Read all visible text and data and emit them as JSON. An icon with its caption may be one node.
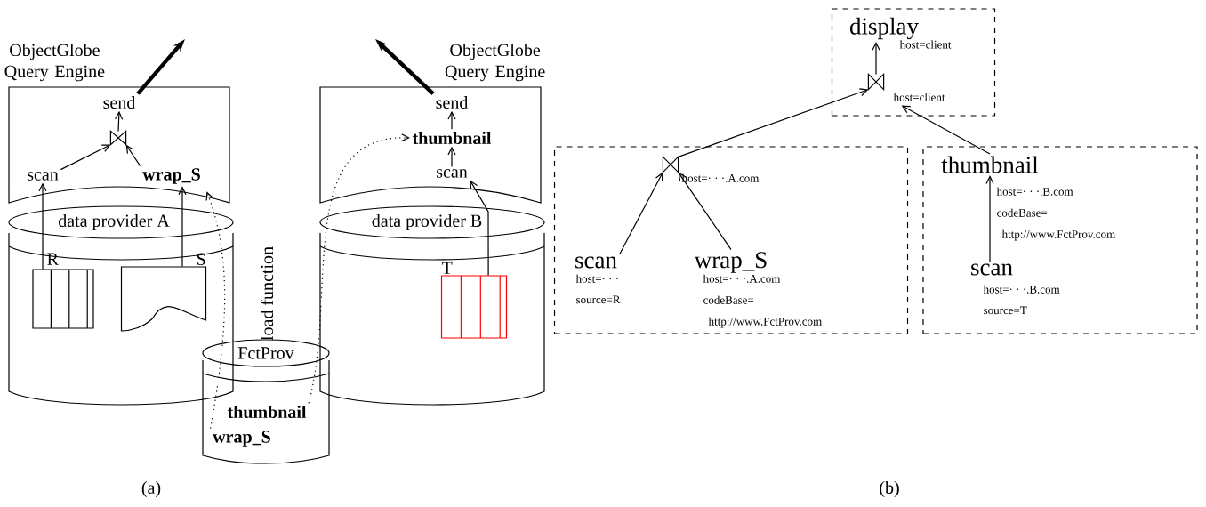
{
  "diagram": {
    "nodes": [
      {
        "text": [
          "ObjectGlobe Query Engine"
        ]
      },
      {
        "text": [
          "send"
        ],
        "in": 0
      },
      {
        "text": [],
        "shape": "bowtie",
        "in": 0
      },
      {
        "text": [
          "scan"
        ],
        "in": 0
      },
      {
        "text": [
          "wrap_S"
        ],
        "in": 0
      },
      {
        "text": [
          "data provider A"
        ]
      },
      {
        "text": [],
        "shape": "table",
        "in": 5,
        "beside": [
          "R"
        ]
      },
      {
        "text": [],
        "shape": "document",
        "in": 5,
        "beside": [
          "S"
        ]
      },
      {
        "text": [
          "ObjectGlobe Query Engine"
        ]
      },
      {
        "text": [
          "send"
        ],
        "in": 8
      },
      {
        "text": [
          "thumbnail"
        ],
        "in": 8
      },
      {
        "text": [
          "scan"
        ],
        "in": 8
      },
      {
        "text": [
          "data provider B"
        ]
      },
      {
        "text": [],
        "shape": "table",
        "in": 12,
        "beside": [
          "T"
        ]
      },
      {
        "text": [
          "FctProv"
        ]
      },
      {
        "text": [
          "thumbnail"
        ],
        "in": 14
      },
      {
        "text": [
          "wrap_S"
        ],
        "in": 14
      },
      {
        "text": [],
        "shape": "box"
      },
      {
        "text": [
          "display"
        ],
        "in": 17
      },
      {
        "text": [],
        "shape": "bowtie",
        "in": 17,
        "beside": [
          "host=client"
        ]
      },
      {
        "text": [],
        "shape": "box"
      },
      {
        "text": [],
        "shape": "bowtie",
        "in": 20,
        "beside": [
          "host=· · ·.A.com"
        ]
      },
      {
        "text": [
          "scan"
        ],
        "in": 20,
        "beside": [
          "host=· · ·",
          "source=R"
        ]
      },
      {
        "text": [
          "wrap_S"
        ],
        "in": 20,
        "beside": [
          "host=· · ·.A.com",
          "codeBase=",
          "http://www.FctProv.com"
        ]
      },
      {
        "text": [],
        "shape": "box"
      },
      {
        "text": [
          "thumbnail"
        ],
        "in": 24,
        "beside": [
          "host=· · ·.B.com",
          "codeBase=",
          "http://www.FctProv.com"
        ]
      },
      {
        "text": [
          "scan"
        ],
        "in": 24,
        "beside": [
          "host=· · ·.B.com",
          "source=T"
        ]
      }
    ],
    "edges": [
      {
        "from": 1,
        "to": null,
        "arrow": "to",
        "style": "thick"
      },
      {
        "from": 9,
        "to": null,
        "arrow": "to",
        "style": "thick"
      },
      {
        "from": 2,
        "to": 1,
        "arrow": "to"
      },
      {
        "from": 3,
        "to": 2,
        "arrow": "to"
      },
      {
        "from": 4,
        "to": 2,
        "arrow": "to"
      },
      {
        "from": 6,
        "to": 3,
        "arrow": "to"
      },
      {
        "from": 7,
        "to": 4,
        "arrow": "to"
      },
      {
        "from": 13,
        "to": 11,
        "arrow": "to"
      },
      {
        "from": 11,
        "to": 10,
        "arrow": "to"
      },
      {
        "from": 10,
        "to": 9,
        "arrow": "to"
      },
      {
        "from": 16,
        "to": 4,
        "arrow": "to",
        "style": "dashed"
      },
      {
        "from": 15,
        "to": 10,
        "arrow": "to",
        "style": "dashed"
      },
      {
        "from": 19,
        "to": 18,
        "arrow": "to",
        "label": "host=client"
      },
      {
        "from": 21,
        "to": 19,
        "arrow": "to"
      },
      {
        "from": 25,
        "to": 19,
        "arrow": "to"
      },
      {
        "from": 22,
        "to": 21,
        "arrow": "to"
      },
      {
        "from": 23,
        "to": 21,
        "arrow": "to"
      },
      {
        "from": 26,
        "to": 25,
        "arrow": "to"
      }
    ],
    "labels": [
      "load function",
      "(a)",
      "(b)"
    ]
  }
}
